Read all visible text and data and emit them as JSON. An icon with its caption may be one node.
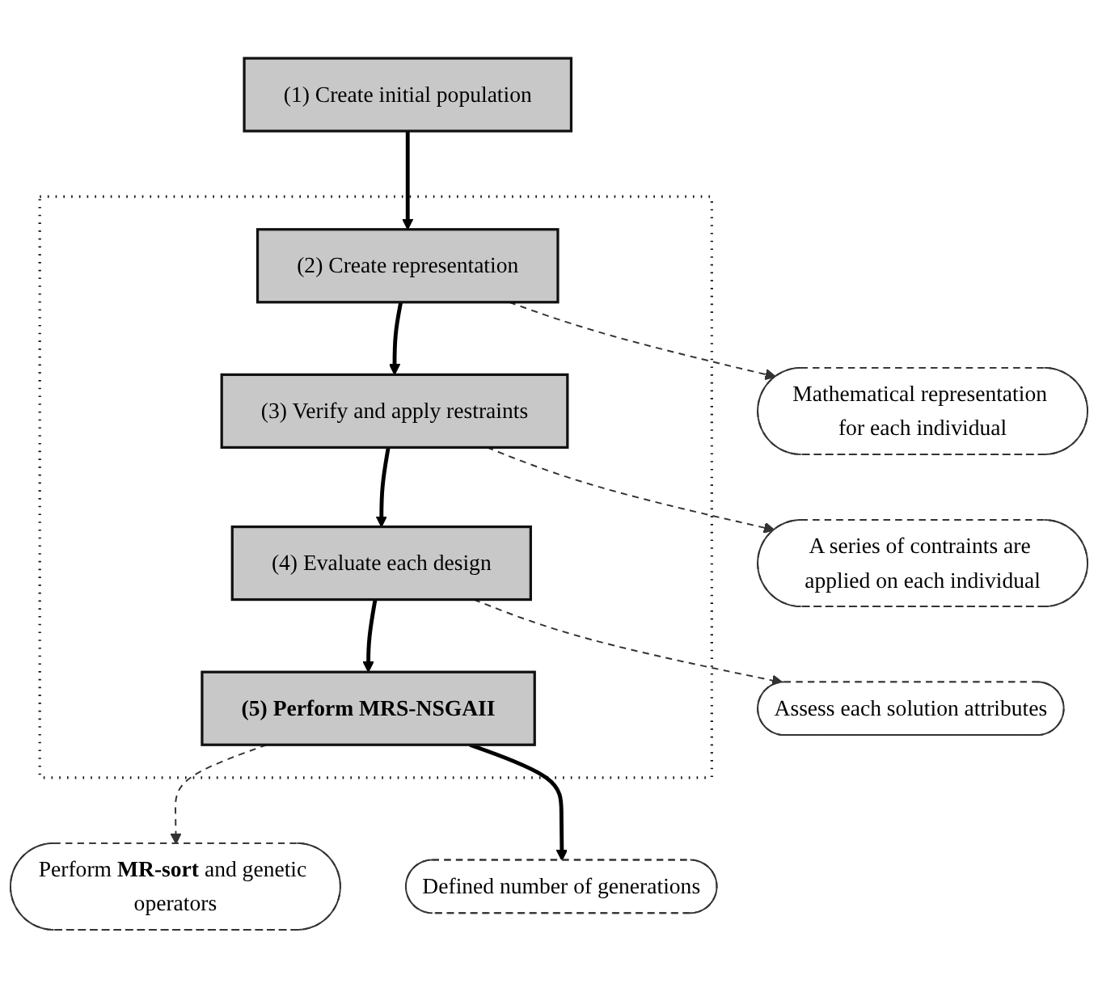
{
  "diagram": {
    "nodes": [
      {
        "text": [
          "(1) Create initial population"
        ]
      },
      {
        "text": [],
        "shape": "box"
      },
      {
        "text": [
          "(2) Create representation"
        ],
        "in": 1
      },
      {
        "text": [
          "Mathematical representation for each individual"
        ]
      },
      {
        "text": [
          "(3) Verify and apply restraints"
        ],
        "in": 1
      },
      {
        "text": [
          "A series of contraints are applied on each individual"
        ]
      },
      {
        "text": [
          "(4) Evaluate each design"
        ],
        "in": 1
      },
      {
        "text": [
          "Assess each solution attributes"
        ]
      },
      {
        "text": [
          "(5) Perform MRS-NSGAII"
        ],
        "in": 1
      },
      {
        "text": [
          "Perform **MR-sort** and genetic operators"
        ]
      },
      {
        "text": [
          "Defined number of generations"
        ]
      }
    ],
    "edges": [
      {
        "from": 0,
        "to": 2,
        "arrow": "to"
      },
      {
        "from": 2,
        "to": 3,
        "arrow": "to",
        "style": "dashed"
      },
      {
        "from": 2,
        "to": 4,
        "arrow": "to"
      },
      {
        "from": 4,
        "to": 5,
        "arrow": "to",
        "style": "dashed"
      },
      {
        "from": 4,
        "to": 6,
        "arrow": "to"
      },
      {
        "from": 6,
        "to": 7,
        "arrow": "to",
        "style": "dashed"
      },
      {
        "from": 6,
        "to": 8,
        "arrow": "to"
      },
      {
        "from": 8,
        "to": 9,
        "arrow": "to",
        "style": "dashed"
      },
      {
        "from": 8,
        "to": 10,
        "arrow": "to"
      }
    ]
  }
}
